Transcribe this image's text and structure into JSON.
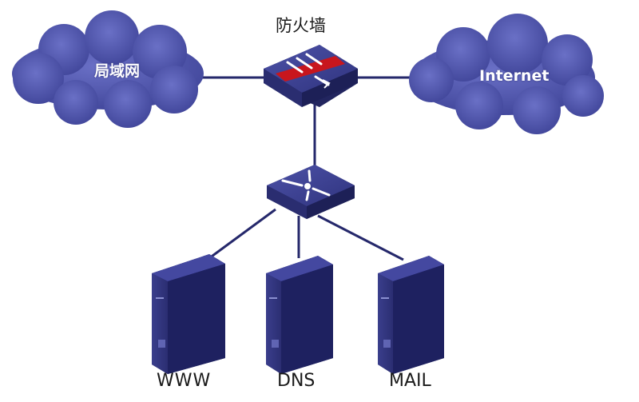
{
  "firewall": {
    "label": "防火墙"
  },
  "clouds": {
    "lan": "局域网",
    "internet": "Internet"
  },
  "servers": {
    "www": "WWW",
    "dns": "DNS",
    "mail": "MAIL"
  },
  "colors": {
    "cloud": "#4a4fa6",
    "link": "#25286b",
    "device_top": "#3d4192",
    "firewall_band": "#c8161d",
    "server_body": "#2a2d70"
  },
  "icons": {
    "firewall": "firewall-icon",
    "switch": "switch-icon",
    "server": "server-icon"
  }
}
